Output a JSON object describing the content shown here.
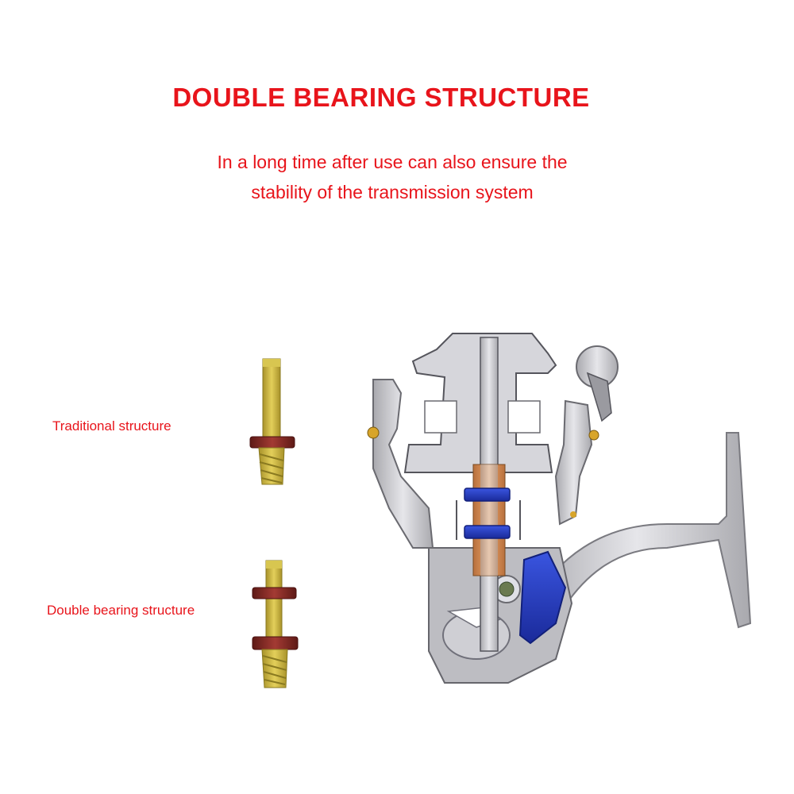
{
  "header": {
    "title": "DOUBLE BEARING STRUCTURE",
    "subtitle_line1": "In a long time after use can also ensure the",
    "subtitle_line2": "stability of the transmission system"
  },
  "labels": {
    "traditional": "Traditional structure",
    "double": "Double bearing structure"
  },
  "colors": {
    "text_red": "#e8141b",
    "shaft_yellow": "#c9b53a",
    "bearing_red": "#8a2a25",
    "bearing_blue": "#2036b8",
    "reel_grey": "#c8c8cc"
  }
}
